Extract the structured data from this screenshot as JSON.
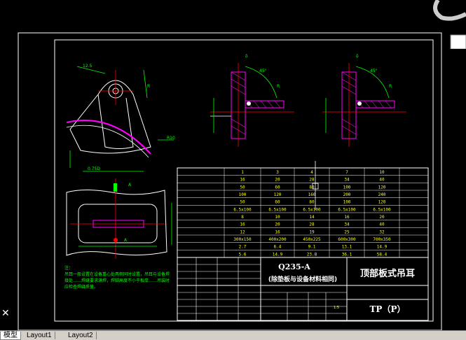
{
  "tabs": [
    "模型",
    "Layout1",
    "Layout2"
  ],
  "table": {
    "header": [
      "",
      "1",
      "3",
      "4",
      "7",
      "10"
    ],
    "rows": [
      [
        "",
        "16",
        "20",
        "28",
        "34",
        "40"
      ],
      [
        "",
        "50",
        "60",
        "80",
        "100",
        "120"
      ],
      [
        "",
        "100",
        "120",
        "160",
        "200",
        "240"
      ],
      [
        "",
        "50",
        "60",
        "80",
        "100",
        "120"
      ],
      [
        "",
        "6.5x100",
        "6.5x100",
        "6.5x100",
        "6.5x100",
        "6.5x100"
      ],
      [
        "",
        "8",
        "10",
        "14",
        "16",
        "20"
      ],
      [
        "",
        "16",
        "20",
        "28",
        "34",
        "40"
      ],
      [
        "",
        "12",
        "16",
        "19",
        "25",
        "32"
      ],
      [
        "",
        "300x150",
        "400x200",
        "450x225",
        "600x300",
        "700x350"
      ],
      [
        "",
        "2.7",
        "6.4",
        "9.1",
        "13.1",
        "14.9"
      ],
      [
        "",
        "5.6",
        "14.9",
        "23.8",
        "36.1",
        "58.4"
      ]
    ]
  },
  "notes_text": "吊耳一般设置在设备重心处两侧同时设置，吊耳与设备焊接处……焊缝要求满焊，焊脚高度不小于板厚……吊装时应检查焊缝质量。",
  "notes_title": "注：",
  "title_block": {
    "material": "Q235-A",
    "material_note": "(除垫板与设备材料相同)",
    "part_name": "顶部板式吊耳",
    "code": "TP（P）",
    "scale": "1:5"
  },
  "colors": {
    "accent_green": "#00ff00",
    "table_yellow": "#ffff00",
    "dim_cyan": "#00ffff",
    "hatch_magenta": "#ff00ff"
  },
  "icons": {
    "close": "✕"
  }
}
